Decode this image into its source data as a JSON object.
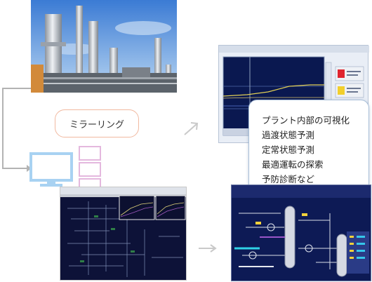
{
  "mirroring": {
    "label": "ミラーリング"
  },
  "benefits": {
    "items": [
      "プラント内部の可視化",
      "過渡状態予測",
      "定常状態予測",
      "最適運転の探索",
      "予防診断など"
    ]
  },
  "colors": {
    "connector": "#b3b3b3",
    "monitor_blue": "#a8d2f2",
    "monitor_pink": "#e4b8de",
    "label_border": "#f1b9a0",
    "screen_navy": "#0d1a55"
  }
}
